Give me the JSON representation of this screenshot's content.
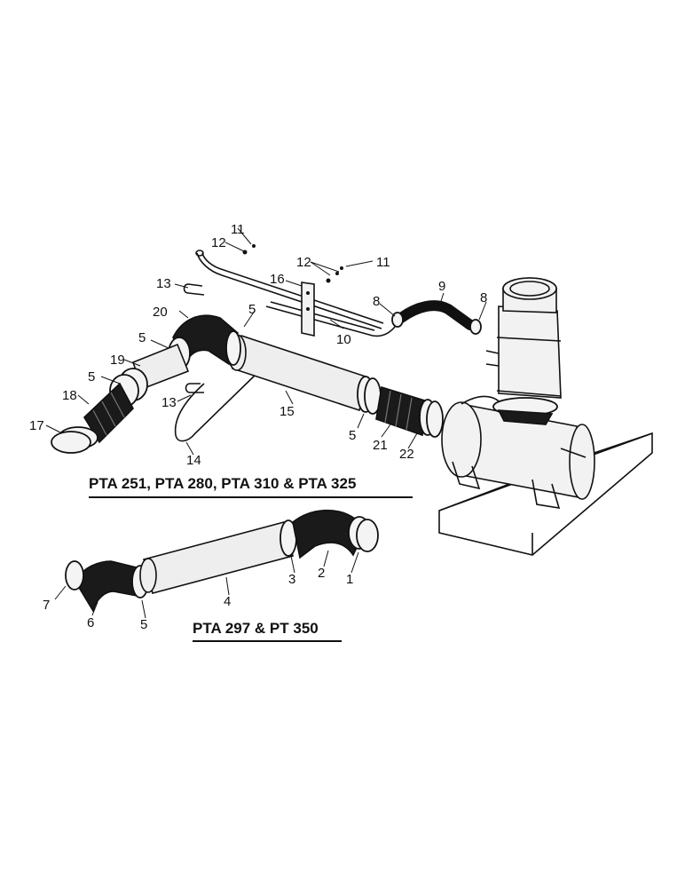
{
  "diagram": {
    "assemblies": [
      {
        "id": "upper",
        "label": "PTA 251, PTA 280, PTA 310 & PTA 325"
      },
      {
        "id": "lower",
        "label": "PTA 297 & PT 350"
      }
    ],
    "callouts": {
      "upper": [
        "1",
        "2",
        "3",
        "4",
        "5",
        "5",
        "5",
        "5",
        "5",
        "6",
        "7",
        "8",
        "8",
        "9",
        "10",
        "11",
        "11",
        "12",
        "12",
        "13",
        "13",
        "14",
        "15",
        "16",
        "17",
        "18",
        "19",
        "20",
        "21",
        "22"
      ]
    }
  }
}
